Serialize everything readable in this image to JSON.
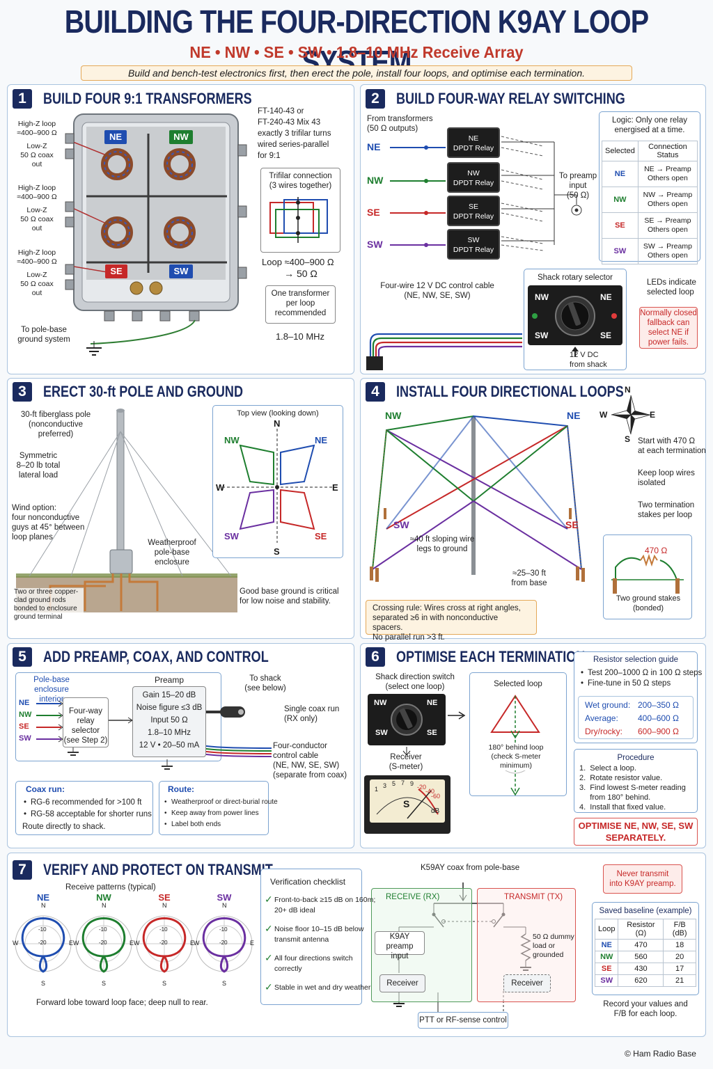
{
  "header": {
    "title": "BUILDING THE FOUR-DIRECTION K9AY LOOP SYSTEM",
    "subtitle": "NE • NW • SE • SW • 1.8–10 MHz Receive Array",
    "banner": "Build and bench-test electronics first, then erect the pole, install four loops, and optimise each termination."
  },
  "colors": {
    "ne": "#1f4db0",
    "nw": "#1e7e2f",
    "se": "#c62828",
    "sw": "#6a2fa0",
    "navy": "#1a2a5e"
  },
  "step1": {
    "num": "1",
    "title": "BUILD FOUR 9:1 TRANSFORMERS",
    "left_labels": [
      "High-Z loop\n≈400–900 Ω",
      "Low-Z\n50 Ω coax\nout",
      "High-Z loop\n≈400–900 Ω",
      "Low-Z\n50 Ω coax\nout",
      "High-Z loop\n≈400–900 Ω",
      "Low-Z\n50 Ω coax\nout"
    ],
    "ground_label": "To pole-base\nground system",
    "core_note": "FT-140-43 or\nFT-240-43 Mix 43\nexactly 3 trifilar turns\nwired series-parallel\nfor 9:1",
    "trifilar_title": "Trifilar connection\n(3 wires together)",
    "loop_line1": "Loop ≈400–900 Ω",
    "loop_line2": "→  50 Ω",
    "one_per_loop": "One transformer\nper loop\nrecommended",
    "freq": "1.8–10 MHz",
    "tags": {
      "ne": "NE",
      "nw": "NW",
      "se": "SE",
      "sw": "SW"
    }
  },
  "step2": {
    "num": "2",
    "title": "BUILD FOUR-WAY RELAY SWITCHING",
    "from": "From transformers\n(50 Ω outputs)",
    "inputs": [
      "NE",
      "NW",
      "SE",
      "SW"
    ],
    "relays": [
      {
        "a": "NE",
        "b": "DPDT Relay"
      },
      {
        "a": "NW",
        "b": "DPDT Relay"
      },
      {
        "a": "SE",
        "b": "DPDT Relay"
      },
      {
        "a": "SW",
        "b": "DPDT Relay"
      }
    ],
    "preamp": "To preamp\ninput\n(50 Ω)",
    "logic_title": "Logic: Only one relay\nenergised at a time.",
    "logic_headers": [
      "Selected",
      "Connection Status"
    ],
    "logic_rows": [
      {
        "sel": "NE",
        "status": "NE → Preamp\nOthers open"
      },
      {
        "sel": "NW",
        "status": "NW → Preamp\nOthers open"
      },
      {
        "sel": "SE",
        "status": "SE → Preamp\nOthers open"
      },
      {
        "sel": "SW",
        "status": "SW → Preamp\nOthers open"
      }
    ],
    "cable": "Four-wire 12 V DC control cable\n(NE, NW, SE, SW)",
    "selector_title": "Shack rotary selector",
    "selector_labels": {
      "nw": "NW",
      "ne": "NE",
      "sw": "SW",
      "se": "SE"
    },
    "dc": "12 V DC\nfrom shack",
    "leds": "LEDs indicate\nselected loop",
    "fallback": "Normally closed\nfallback can\nselect NE if\npower fails."
  },
  "step3": {
    "num": "3",
    "title": "ERECT 30-ft POLE AND GROUND",
    "pole": "30-ft fiberglass pole\n(nonconductive\npreferred)",
    "load": "Symmetric\n8–20 lb total\nlateral load",
    "wind": "Wind option:\nfour nonconductive\nguys at 45° between\nloop planes",
    "enclosure": "Weatherproof\npole-base\nenclosure",
    "rods": "Two or three copper-\nclad ground rods\nbonded to enclosure\nground terminal",
    "ground_note": "Good base ground is critical\nfor low noise and stability.",
    "topview": "Top view (looking down)",
    "compass": {
      "n": "N",
      "s": "S",
      "e": "E",
      "w": "W"
    },
    "quads": {
      "nw": "NW",
      "ne": "NE",
      "sw": "SW",
      "se": "SE"
    }
  },
  "step4": {
    "num": "4",
    "title": "INSTALL FOUR DIRECTIONAL LOOPS",
    "loops": {
      "nw": "NW",
      "ne": "NE",
      "sw": "SW",
      "se": "SE"
    },
    "compass": {
      "n": "N",
      "s": "S",
      "e": "E",
      "w": "W"
    },
    "notes": [
      "Start with 470 Ω\nat each termination",
      "Keep loop wires\nisolated",
      "Two termination\nstakes per loop"
    ],
    "slope": "≈40 ft sloping wire\nlegs to ground",
    "base": "≈25–30 ft\nfrom base",
    "crossing": "Crossing rule: Wires cross at right angles,\nseparated ≥6 in with nonconductive spacers.\nNo parallel run >3 ft.",
    "resistor": "470 Ω",
    "stakes": "Two ground stakes\n(bonded)"
  },
  "step5": {
    "num": "5",
    "title": "ADD PREAMP, COAX, AND CONTROL",
    "enclosure": "Pole-base enclosure\ninterior",
    "inputs": [
      "NE",
      "NW",
      "SE",
      "SW"
    ],
    "selector": "Four-way\nrelay selector\n(see Step 2)",
    "preamp_title": "Preamp",
    "preamp_specs": [
      "Gain 15–20 dB",
      "Noise figure ≤3 dB",
      "Input 50 Ω",
      "1.8–10 MHz",
      "12 V • 20–50 mA"
    ],
    "to_shack": "To shack\n(see below)",
    "coax_run": "Single coax run\n(RX only)",
    "control": "Four-conductor\ncontrol cable\n(NE, NW, SE, SW)\n(separate from coax)",
    "coax_title": "Coax run:",
    "coax_items": [
      "RG-6 recommended for >100 ft",
      "RG-58 acceptable for shorter runs"
    ],
    "coax_foot": "Route directly to shack.",
    "route_title": "Route:",
    "route_items": [
      "Weatherproof or direct-burial route",
      "Keep away from power lines",
      "Label both ends"
    ]
  },
  "step6": {
    "num": "6",
    "title": "OPTIMISE EACH TERMINATION",
    "switch": "Shack direction switch\n(select one loop)",
    "switch_labels": {
      "nw": "NW",
      "ne": "NE",
      "sw": "SW",
      "se": "SE"
    },
    "receiver": "Receiver\n(S-meter)",
    "meter_scale": [
      "1",
      "3",
      "5",
      "7",
      "9",
      "-20",
      "-40",
      "-60"
    ],
    "meter_s": "S",
    "meter_db": "dB",
    "selected": "Selected loop",
    "behind": "180° behind loop\n(check S-meter\nminimum)",
    "guide_title": "Resistor selection guide",
    "guide_items": [
      "Test 200–1000 Ω in 100 Ω steps",
      "Fine-tune in 50 Ω steps"
    ],
    "grounds": [
      {
        "k": "Wet ground:",
        "v": "200–350 Ω"
      },
      {
        "k": "Average:",
        "v": "400–600 Ω"
      },
      {
        "k": "Dry/rocky:",
        "v": "600–900 Ω"
      }
    ],
    "proc_title": "Procedure",
    "proc": [
      "1.  Select a loop.",
      "2.  Rotate resistor value.",
      "3.  Find lowest S-meter reading\n     from 180° behind.",
      "4.  Install that fixed value."
    ],
    "optimise": "OPTIMISE NE, NW, SE, SW\nSEPARATELY."
  },
  "step7": {
    "num": "7",
    "title": "VERIFY AND PROTECT ON TRANSMIT",
    "patterns_title": "Receive patterns (typical)",
    "patterns": [
      {
        "name": "NE",
        "color": "#1f4db0"
      },
      {
        "name": "NW",
        "color": "#1e7e2f"
      },
      {
        "name": "SE",
        "color": "#c62828"
      },
      {
        "name": "SW",
        "color": "#6a2fa0"
      }
    ],
    "polar": {
      "n": "N",
      "s": "S",
      "e": "E",
      "w": "W",
      "r10": "-10",
      "r20": "-20"
    },
    "forward": "Forward lobe toward loop face; deep null to rear.",
    "check_title": "Verification checklist",
    "checks": [
      "Front-to-back ≥15 dB on 160m;\n20+ dB ideal",
      "Noise floor 10–15 dB below\ntransmit antenna",
      "All four directions switch\ncorrectly",
      "Stable in wet and dry weather"
    ],
    "coax": "K59AY coax from pole-base",
    "rx": "RECEIVE (RX)",
    "tx": "TRANSMIT (TX)",
    "preamp": "K9AY preamp\ninput",
    "dummy": "50 Ω dummy\nload or\ngrounded",
    "rx_receiver": "Receiver",
    "tx_receiver": "Receiver",
    "ptt": "PTT or RF-sense control",
    "never": "Never transmit\ninto K9AY preamp.",
    "baseline_title": "Saved baseline (example)",
    "baseline_headers": [
      "Loop",
      "Resistor (Ω)",
      "F/B (dB)"
    ],
    "baseline": [
      {
        "loop": "NE",
        "r": "470",
        "fb": "18"
      },
      {
        "loop": "NW",
        "r": "560",
        "fb": "20"
      },
      {
        "loop": "SE",
        "r": "430",
        "fb": "17"
      },
      {
        "loop": "SW",
        "r": "620",
        "fb": "21"
      }
    ],
    "record": "Record your values and\nF/B for each loop."
  },
  "footer": "© Ham Radio Base"
}
